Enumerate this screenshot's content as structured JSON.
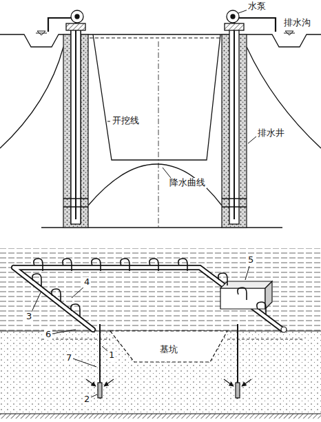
{
  "diagram": {
    "labels": [
      "水泵",
      "排水沟",
      "开挖线",
      "排水井",
      "降水曲线",
      "5",
      "4",
      "3",
      "6",
      "1",
      "7",
      "基坑",
      "2"
    ]
  }
}
